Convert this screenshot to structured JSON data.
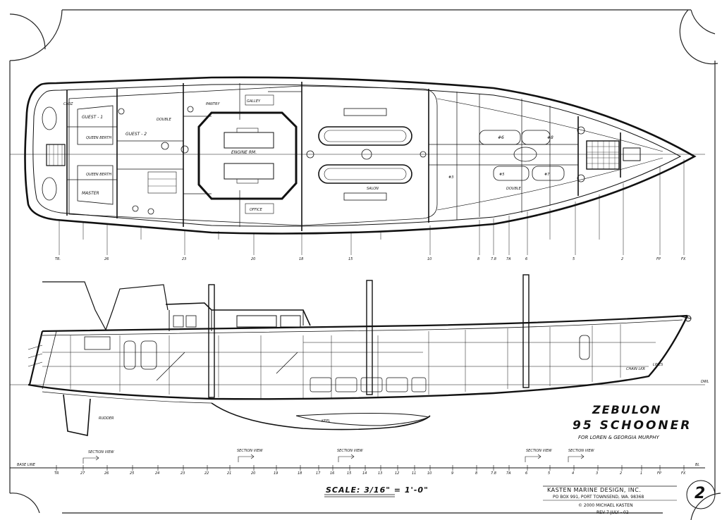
{
  "plan_labels": {
    "cloz": "CLOZ",
    "guest1": "GUEST - 1",
    "double": "DOUBLE",
    "pantry": "PANTRY",
    "galley": "GALLEY",
    "guest2": "GUEST - 2",
    "queen_berth_top": "QUEEN BERTH",
    "queen_berth_bottom": "QUEEN BERTH",
    "engine_rm": "ENGINE RM.",
    "master": "MASTER",
    "salon": "SALON",
    "office": "OFFICE",
    "six": "#6",
    "eight": "#8",
    "crew_3": "#3",
    "crew_5": "#5",
    "crew_7": "#7",
    "double_lower": "DOUBLE"
  },
  "station_labels_top": [
    "TR.",
    "26",
    "23",
    "20",
    "18",
    "15",
    "10",
    "8",
    "7.8",
    "7A",
    "6",
    "5",
    "2",
    "FP",
    "FX"
  ],
  "station_labels_bottom": [
    "TR",
    "27",
    "26",
    "25",
    "24",
    "23",
    "22",
    "21",
    "20",
    "19",
    "18",
    "17",
    "16",
    "15",
    "14",
    "13",
    "12",
    "11",
    "10",
    "9",
    "8",
    "7.8",
    "7A",
    "6",
    "5",
    "4",
    "3",
    "2",
    "1",
    "FP",
    "FX"
  ],
  "profile_labels": {
    "base_line": "BASE LINE",
    "dwl": "DWL",
    "bl": "BL",
    "section_view_1": "SECTION VIEW",
    "section_view_2": "SECTION VIEW",
    "section_view_3": "SECTION VIEW",
    "section_view_4": "SECTION VIEW",
    "section_view_5": "SECTION VIEW",
    "chain_locker": "CHAIN LKR",
    "lines": "LINES",
    "rudder": "RUDDER",
    "keel": "KEEL"
  },
  "title": {
    "name": "ZEBULON",
    "type": "95 SCHOONER",
    "owner": "FOR LOREN & GEORGIA MURPHY",
    "scale": "SCALE: 3/16\" = 1'-0\""
  },
  "title_block": {
    "firm": "KASTEN MARINE DESIGN, INC.",
    "address": "PO BOX 991, PORT TOWNSEND, WA. 98368",
    "copyright": "© 2000 MICHAEL KASTEN",
    "revision": "REV 7 JULY - 02",
    "sheet": "2"
  }
}
